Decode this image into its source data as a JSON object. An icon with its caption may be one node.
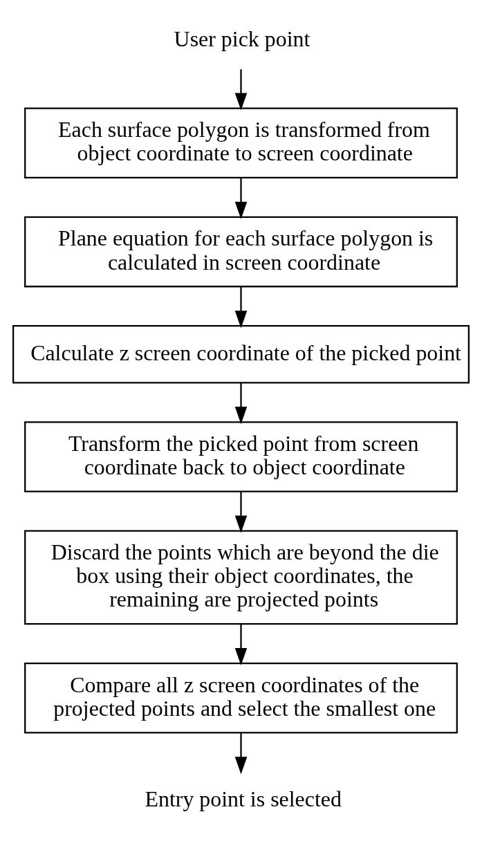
{
  "diagram": {
    "nodes": [
      {
        "text": [
          "User pick point"
        ]
      },
      {
        "text": [
          "Each surface polygon is transformed from object coordinate to screen coordinate"
        ]
      },
      {
        "text": [
          "Plane equation for each surface polygon is calculated in screen coordinate"
        ]
      },
      {
        "text": [
          "Calculate z screen coordinate of the picked point"
        ]
      },
      {
        "text": [
          "Transform the picked point from screen coordinate back to object coordinate"
        ]
      },
      {
        "text": [
          "Discard the points which are beyond the die box using their object coordinates, the remaining are projected points"
        ]
      },
      {
        "text": [
          "Compare all z screen coordinates of the projected points and select the smallest one"
        ]
      },
      {
        "text": [
          "Entry point is selected"
        ]
      }
    ],
    "edges": [
      {
        "from": 0,
        "to": 1,
        "arrow": "to"
      },
      {
        "from": 1,
        "to": 2,
        "arrow": "to"
      },
      {
        "from": 2,
        "to": 3,
        "arrow": "to"
      },
      {
        "from": 3,
        "to": 4,
        "arrow": "to"
      },
      {
        "from": 4,
        "to": 5,
        "arrow": "to"
      },
      {
        "from": 5,
        "to": 6,
        "arrow": "to"
      },
      {
        "from": 6,
        "to": 7,
        "arrow": "to"
      }
    ]
  }
}
